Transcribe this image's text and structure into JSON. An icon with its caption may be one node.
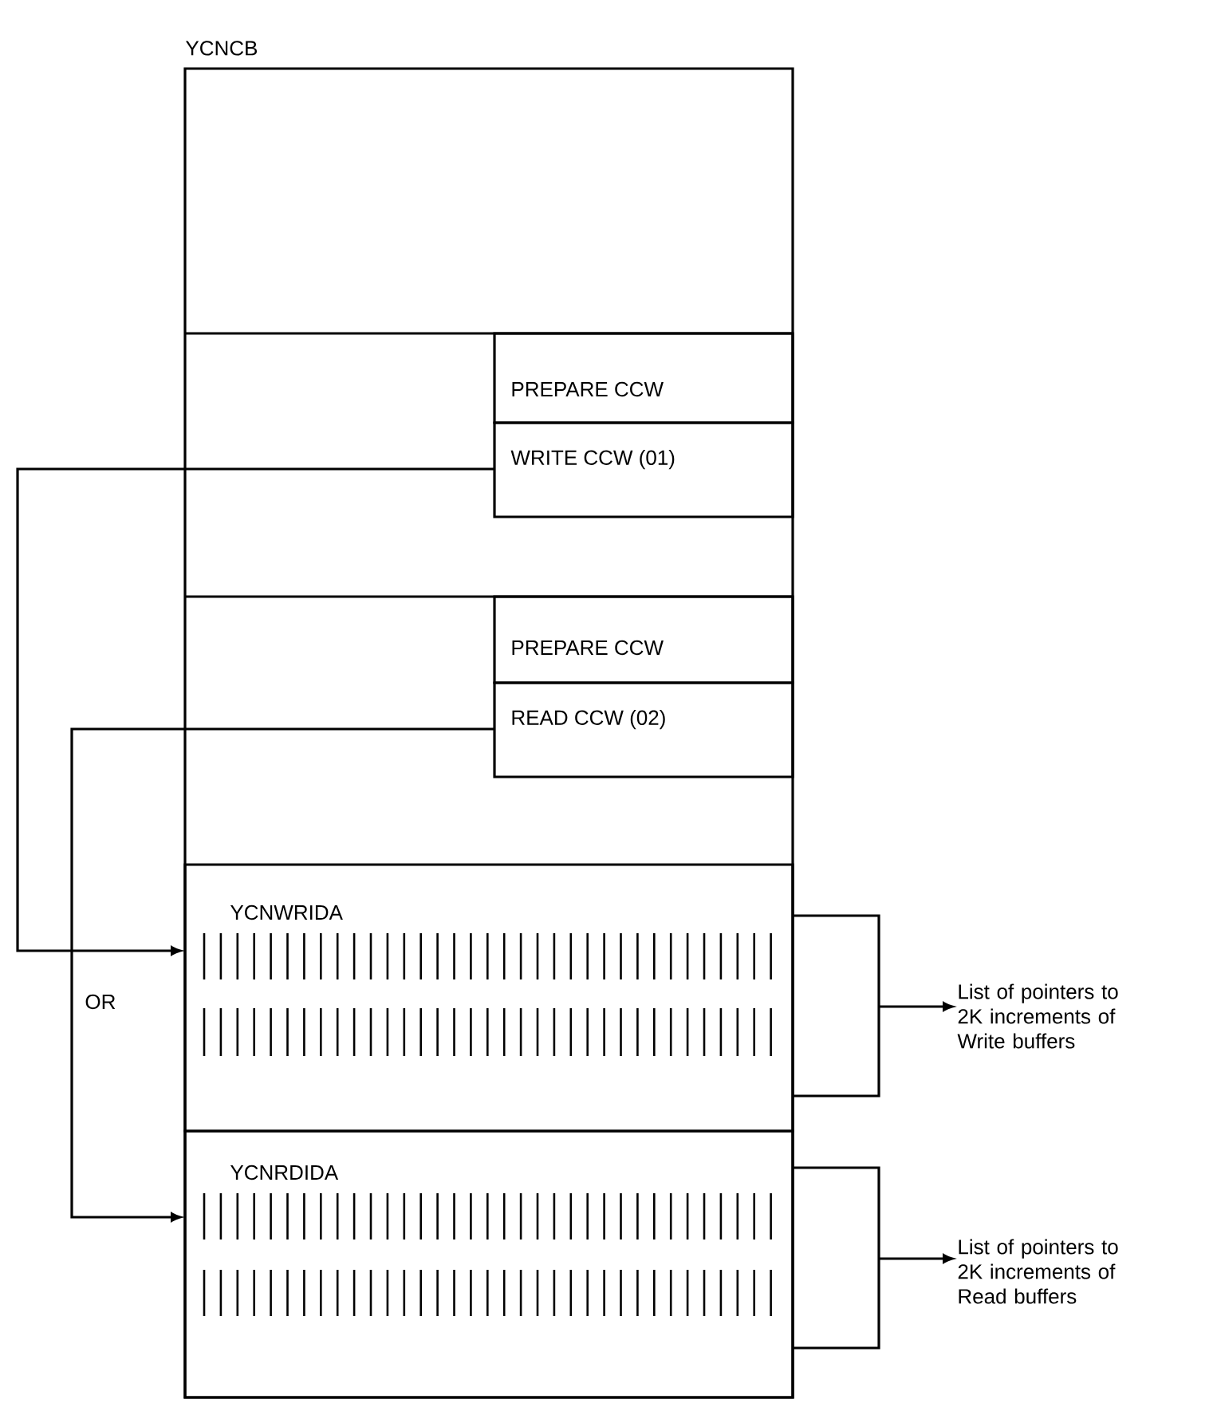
{
  "diagram": {
    "nodes": [
      {
        "text": [
          "YCNCB"
        ]
      },
      {
        "text": [
          "PREPARE CCW"
        ],
        "in": 0
      },
      {
        "text": [
          "WRITE CCW (01)"
        ],
        "in": 0
      },
      {
        "text": [
          "PREPARE CCW"
        ],
        "in": 0
      },
      {
        "text": [
          "READ CCW (02)"
        ],
        "in": 0
      },
      {
        "text": [
          "YCNWRIDA"
        ],
        "in": 0
      },
      {
        "text": [
          "YCNRDIDA"
        ],
        "in": 0
      },
      {
        "text": [
          "List of pointers to 2K increments of Write buffers"
        ]
      },
      {
        "text": [
          "List of pointers to 2K increments of Read buffers"
        ]
      }
    ],
    "edges": [
      {
        "from": 2,
        "to": 5,
        "arrow": "to"
      },
      {
        "from": 4,
        "to": 6,
        "arrow": "to"
      },
      {
        "from": 5,
        "to": 7,
        "arrow": "to"
      },
      {
        "from": 6,
        "to": 8,
        "arrow": "to"
      }
    ],
    "labels": [
      "OR"
    ]
  }
}
